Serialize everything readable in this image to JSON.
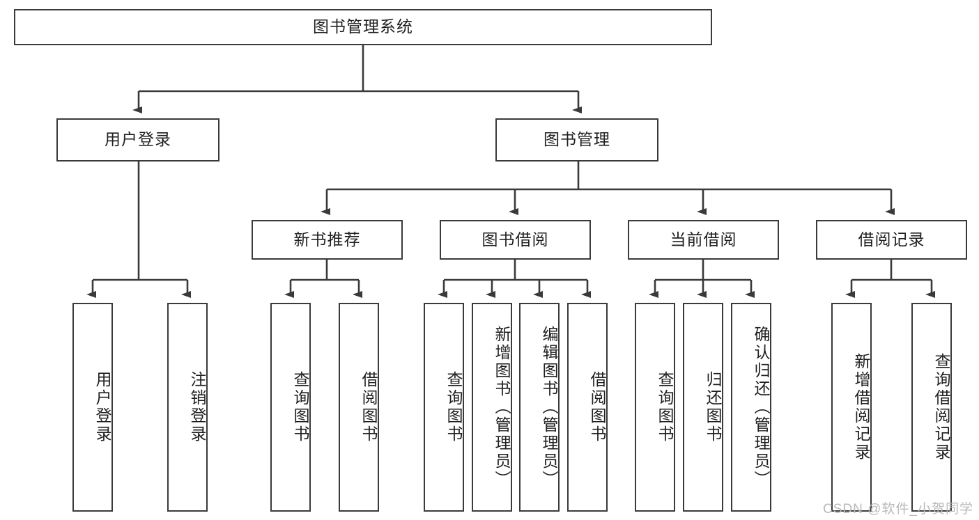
{
  "diagram": {
    "type": "tree-hierarchy-diagram",
    "title": "图书管理系统",
    "background_color": "#ffffff",
    "line_color": "#3a3a3a",
    "text_color": "#1f1f1f",
    "orientation": "top-down"
  },
  "root": {
    "label": "图书管理系统"
  },
  "level2": [
    {
      "label": "用户登录"
    },
    {
      "label": "图书管理"
    }
  ],
  "level3": [
    {
      "label": "新书推荐"
    },
    {
      "label": "图书借阅"
    },
    {
      "label": "当前借阅"
    },
    {
      "label": "借阅记录"
    }
  ],
  "leaves": {
    "user_login": [
      {
        "label": "用户登录"
      },
      {
        "label": "注销登录"
      }
    ],
    "new_book_recommend": [
      {
        "label": "查询图书"
      },
      {
        "label": "借阅图书"
      }
    ],
    "book_borrow": [
      {
        "label": "查询图书"
      },
      {
        "label": "新增图书（管理员）"
      },
      {
        "label": "编辑图书（管理员）"
      },
      {
        "label": "借阅图书"
      }
    ],
    "current_borrow": [
      {
        "label": "查询图书"
      },
      {
        "label": "归还图书"
      },
      {
        "label": "确认归还（管理员）"
      }
    ],
    "borrow_record": [
      {
        "label": "新增借阅记录"
      },
      {
        "label": "查询借阅记录"
      }
    ]
  },
  "watermark": {
    "text": "CSDN @软件_小贺同学"
  }
}
